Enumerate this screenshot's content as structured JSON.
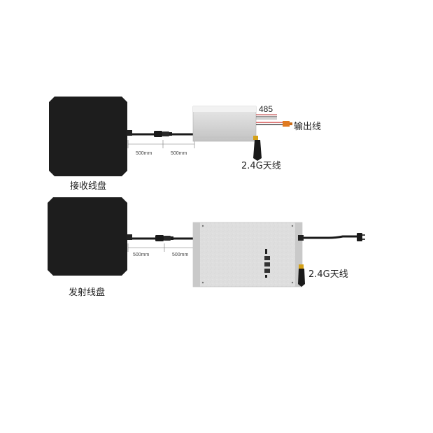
{
  "receiver": {
    "coil_label": "接收线盘",
    "seg1": "500mm",
    "seg2": "500mm",
    "wire_code": "485",
    "output_label": "输出线",
    "antenna_label": "2.4G天线"
  },
  "transmitter": {
    "coil_label": "发射线盘",
    "seg1": "500mm",
    "seg2": "500mm",
    "antenna_label": "2.4G天线"
  }
}
